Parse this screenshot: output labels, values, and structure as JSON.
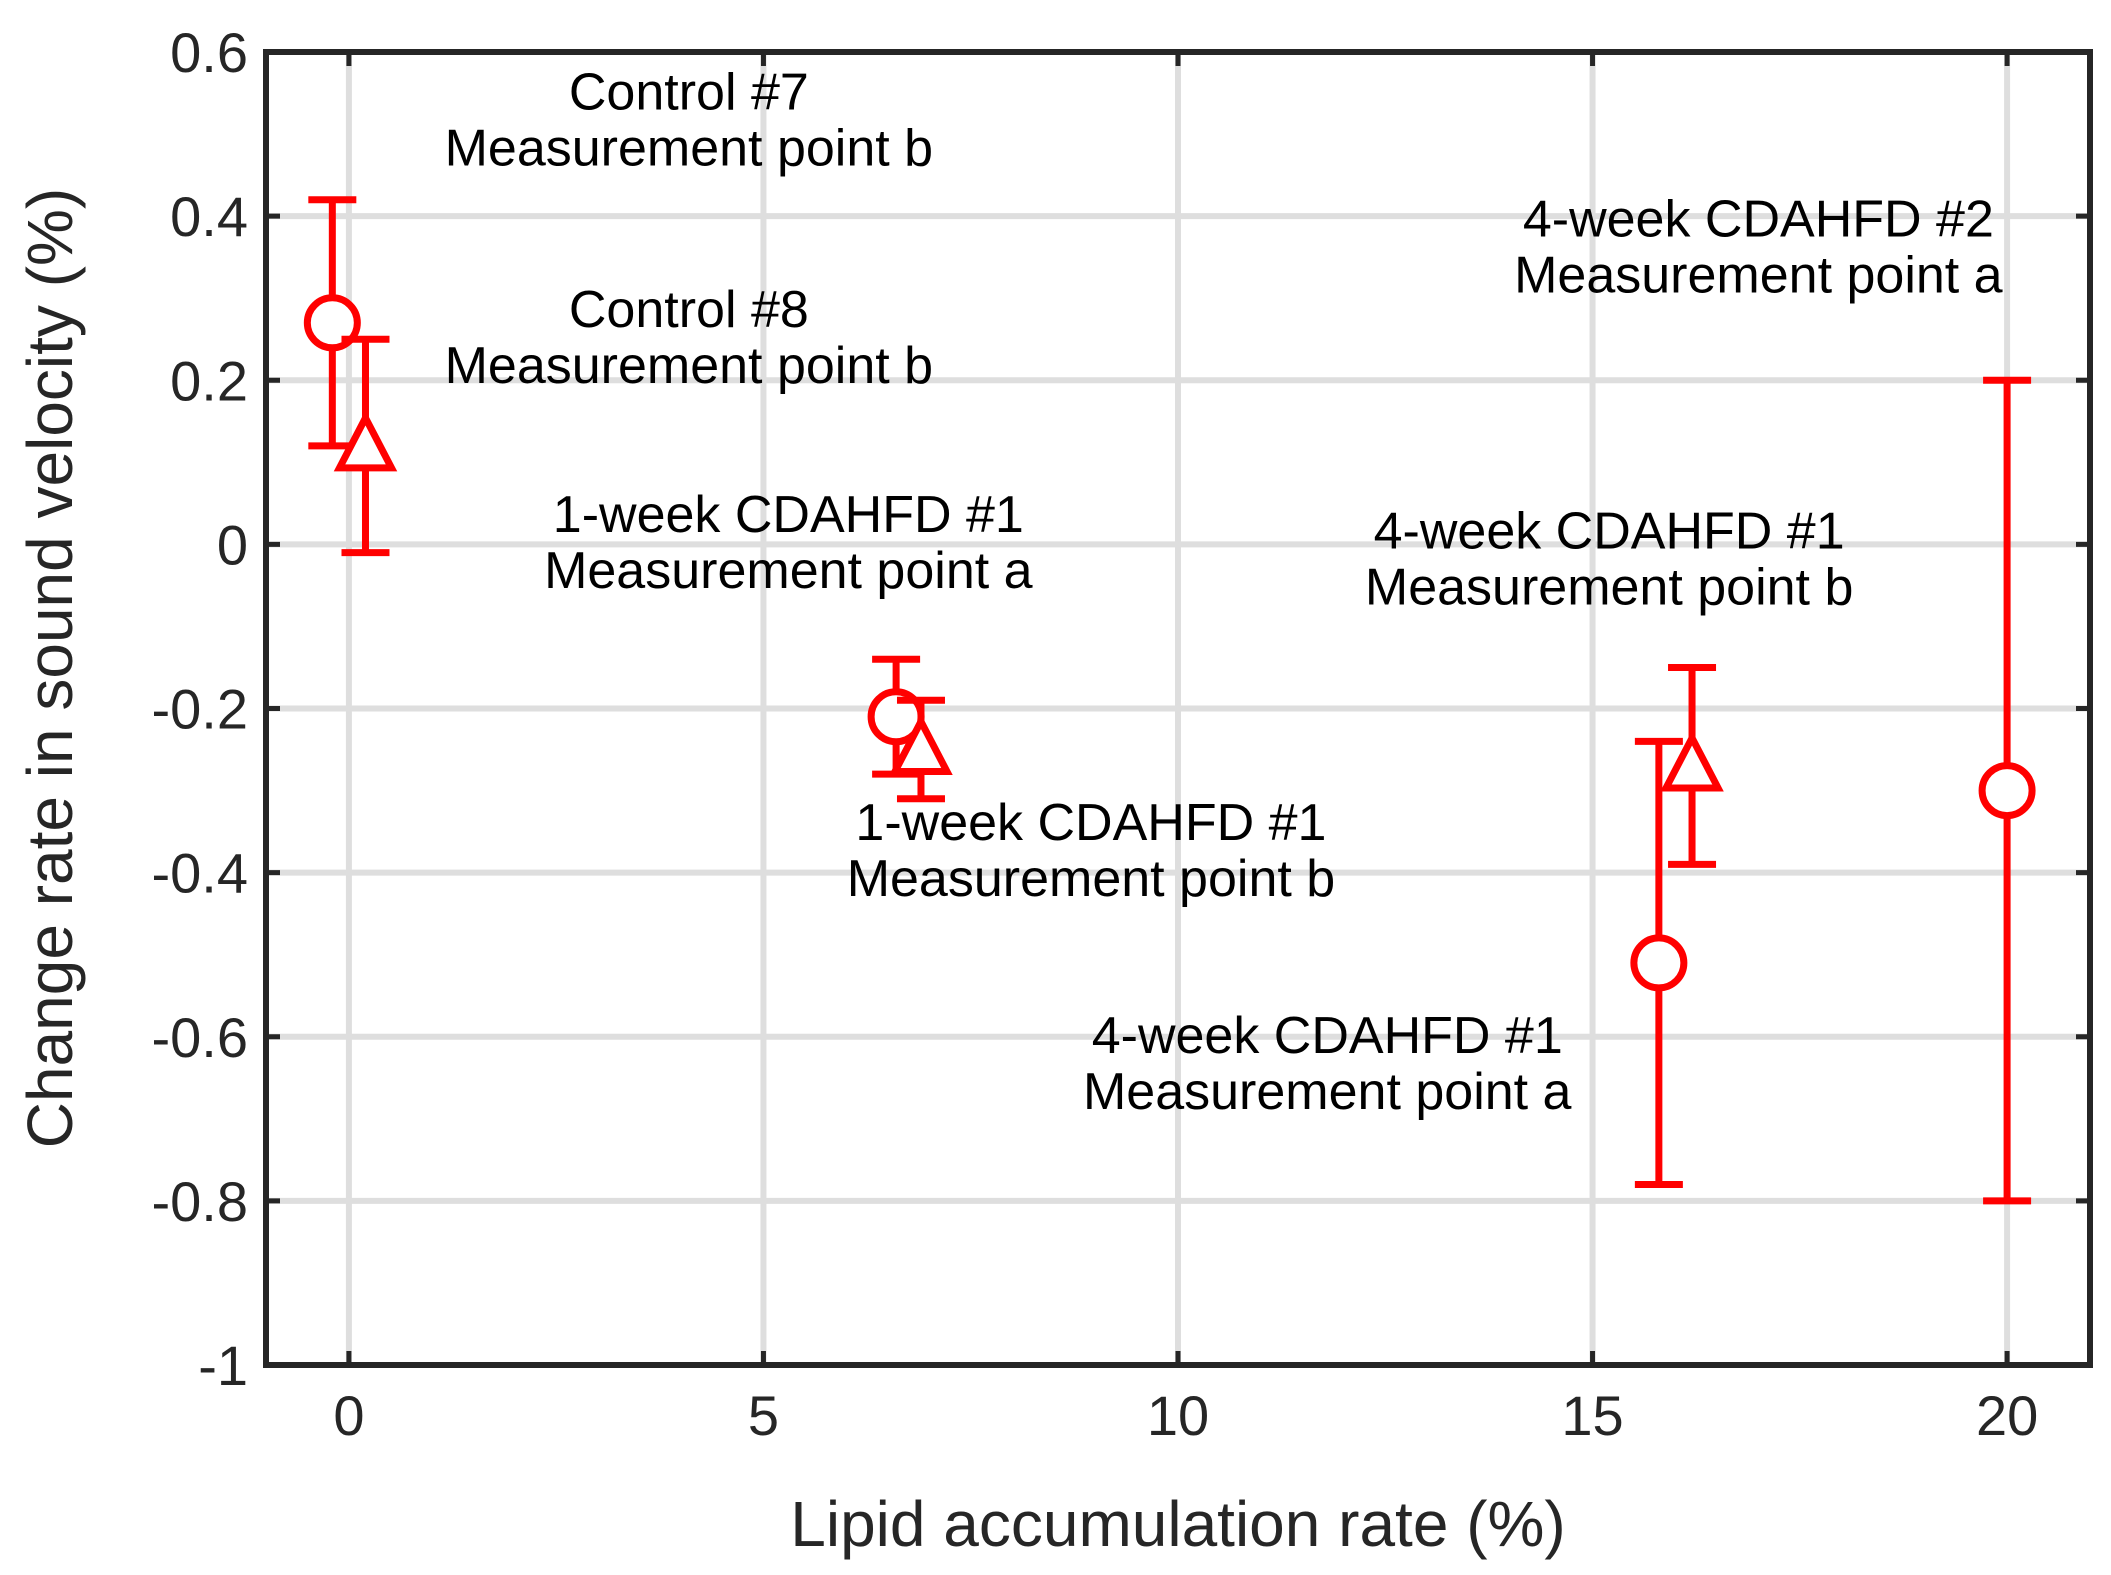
{
  "chart_data": {
    "type": "scatter",
    "title": "",
    "xlabel": "Lipid accumulation rate (%)",
    "ylabel": "Change rate in sound velocity (%)",
    "xlim": [
      -1,
      21
    ],
    "ylim": [
      -1,
      0.6
    ],
    "xticks": [
      0,
      5,
      10,
      15,
      20
    ],
    "xtick_labels": [
      "0",
      "5",
      "10",
      "15",
      "20"
    ],
    "yticks": [
      -1,
      -0.8,
      -0.6,
      -0.4,
      -0.2,
      0,
      0.2,
      0.4,
      0.6
    ],
    "ytick_labels": [
      "-1",
      "-0.8",
      "-0.6",
      "-0.4",
      "-0.2",
      "0",
      "0.2",
      "0.4",
      "0.6"
    ],
    "grid": true,
    "marker_color": "#ff0000",
    "series": [
      {
        "marker": "circle",
        "points": [
          {
            "x": -0.2,
            "y": 0.27,
            "ylow": 0.12,
            "yhigh": 0.42
          },
          {
            "x": 6.6,
            "y": -0.21,
            "ylow": -0.28,
            "yhigh": -0.14
          },
          {
            "x": 15.8,
            "y": -0.51,
            "ylow": -0.78,
            "yhigh": -0.24
          },
          {
            "x": 20.0,
            "y": -0.3,
            "ylow": -0.8,
            "yhigh": 0.2
          }
        ]
      },
      {
        "marker": "triangle",
        "points": [
          {
            "x": 0.2,
            "y": 0.12,
            "ylow": -0.01,
            "yhigh": 0.25
          },
          {
            "x": 6.9,
            "y": -0.25,
            "ylow": -0.31,
            "yhigh": -0.19
          },
          {
            "x": 16.2,
            "y": -0.27,
            "ylow": -0.39,
            "yhigh": -0.15
          }
        ]
      }
    ],
    "annotations": [
      {
        "lines": [
          "Control #7",
          "Measurement point b"
        ],
        "x": 4.1,
        "y": 0.53
      },
      {
        "lines": [
          "Control #8",
          "Measurement point b"
        ],
        "x": 4.1,
        "y": 0.265
      },
      {
        "lines": [
          "1-week CDAHFD #1",
          "Measurement point a"
        ],
        "x": 5.3,
        "y": 0.015
      },
      {
        "lines": [
          "1-week CDAHFD #1",
          "Measurement point b"
        ],
        "x": 8.95,
        "y": -0.36
      },
      {
        "lines": [
          "4-week CDAHFD #1",
          "Measurement point a"
        ],
        "x": 11.8,
        "y": -0.62
      },
      {
        "lines": [
          "4-week CDAHFD #1",
          "Measurement point b"
        ],
        "x": 15.2,
        "y": -0.005
      },
      {
        "lines": [
          "4-week CDAHFD #2",
          "Measurement point a"
        ],
        "x": 17.0,
        "y": 0.375
      }
    ]
  }
}
